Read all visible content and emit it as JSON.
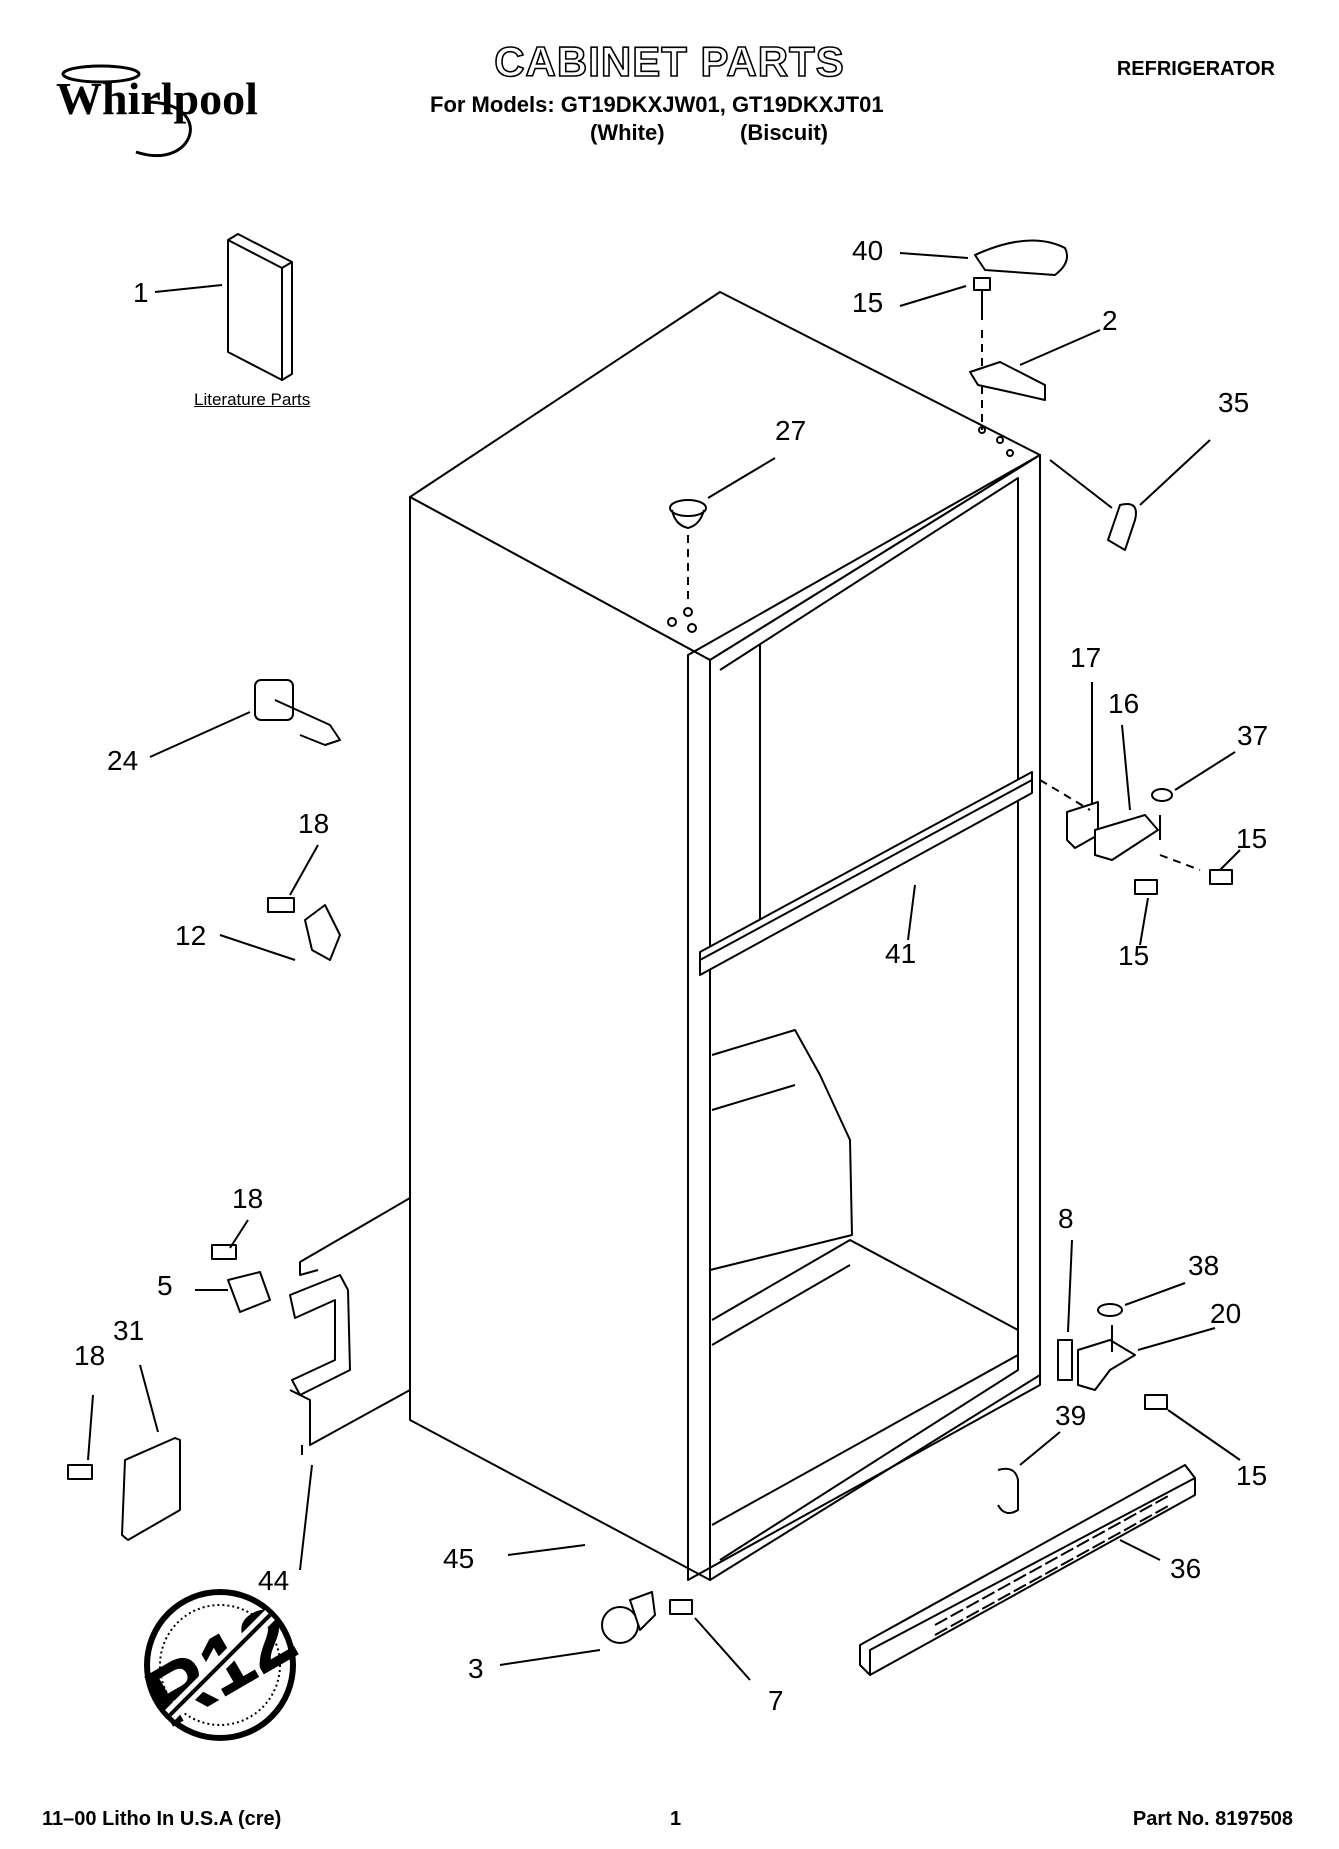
{
  "header": {
    "brand": "Whirlpool",
    "title": "CABINET PARTS",
    "models_line": "For Models: GT19DKXJW01, GT19DKXJT01",
    "variant_1": "(White)",
    "variant_2": "(Biscuit)",
    "category": "REFRIGERATOR"
  },
  "literature_label": "Literature Parts",
  "callouts": {
    "c1": "1",
    "c2": "2",
    "c3": "3",
    "c5": "5",
    "c7": "7",
    "c8": "8",
    "c12": "12",
    "c15a": "15",
    "c15b": "15",
    "c15c": "15",
    "c15d": "15",
    "c16": "16",
    "c17": "17",
    "c18a": "18",
    "c18b": "18",
    "c18c": "18",
    "c20": "20",
    "c24": "24",
    "c27": "27",
    "c31": "31",
    "c35": "35",
    "c36": "36",
    "c37": "37",
    "c38": "38",
    "c39": "39",
    "c40": "40",
    "c41": "41",
    "c44": "44",
    "c45": "45"
  },
  "badge": {
    "text": "R12"
  },
  "footer": {
    "litho": "11–00 Litho In U.S.A (cre)",
    "page": "1",
    "part_no": "Part No. 8197508"
  }
}
